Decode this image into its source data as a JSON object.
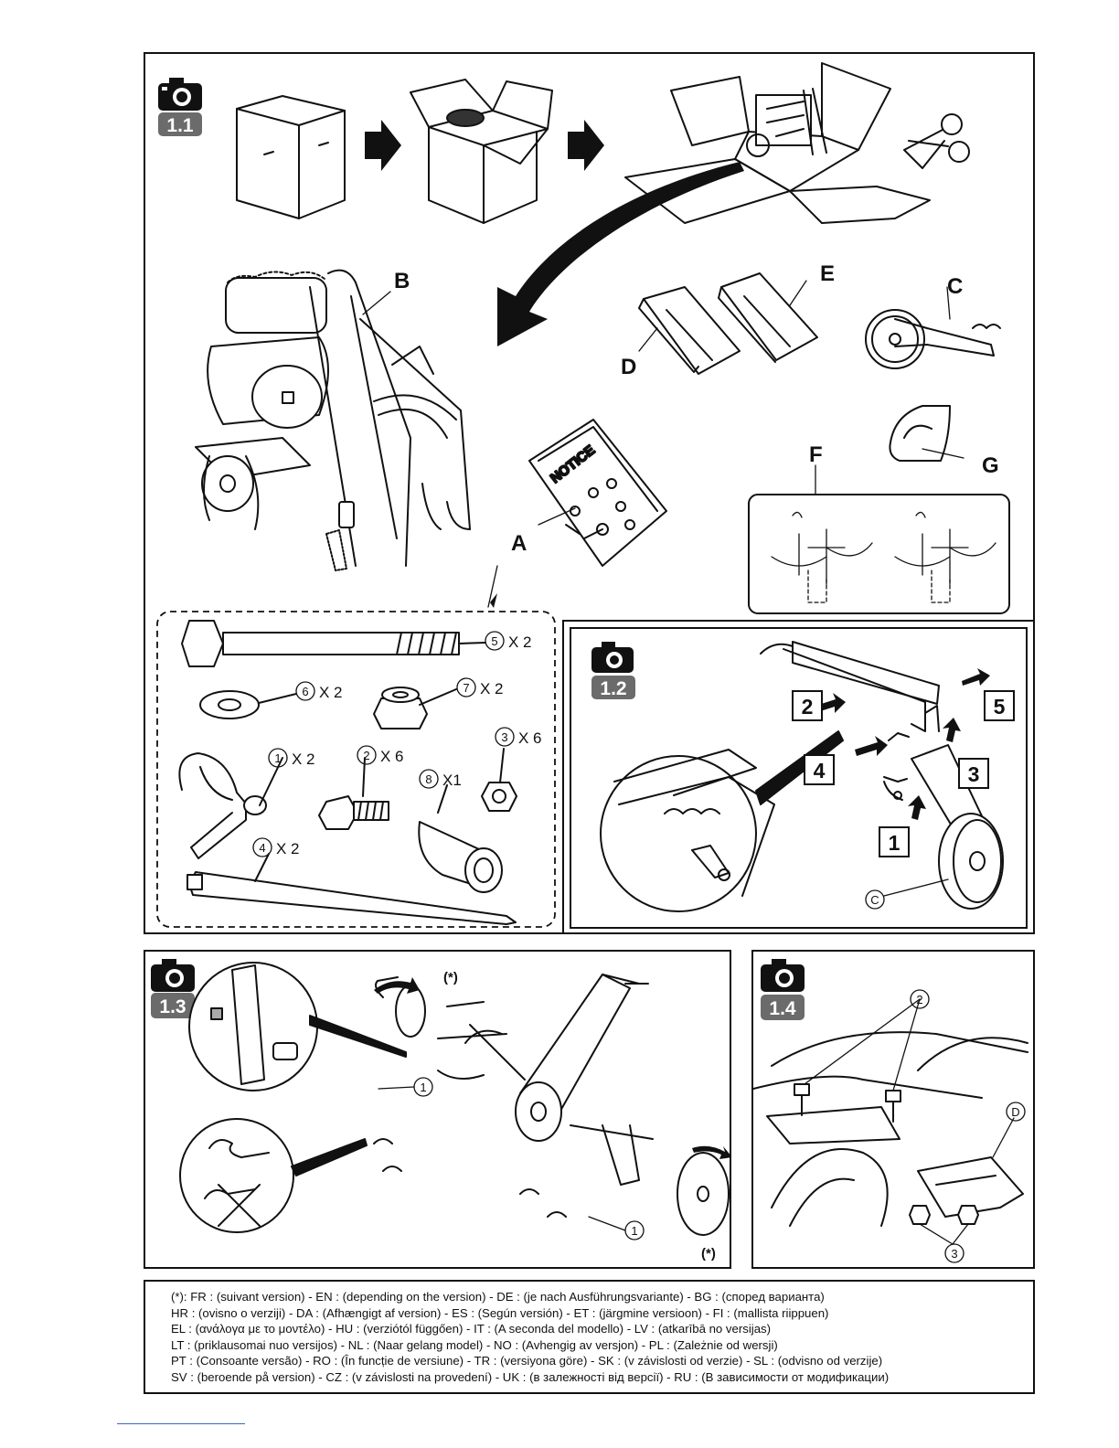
{
  "panels": {
    "p11": {
      "badge": "1.1"
    },
    "p12": {
      "badge": "1.2"
    },
    "p13": {
      "badge": "1.3"
    },
    "p14": {
      "badge": "1.4"
    }
  },
  "part_labels": {
    "A": "A",
    "B": "B",
    "C": "C",
    "D": "D",
    "E": "E",
    "F": "F",
    "G": "G"
  },
  "bag_text": "NOTICE",
  "hardware": [
    {
      "num": "5",
      "qty": "X 2"
    },
    {
      "num": "6",
      "qty": "X 2"
    },
    {
      "num": "7",
      "qty": "X 2"
    },
    {
      "num": "1",
      "qty": "X 2"
    },
    {
      "num": "2",
      "qty": "X 6"
    },
    {
      "num": "3",
      "qty": "X 6"
    },
    {
      "num": "8",
      "qty": "X1"
    },
    {
      "num": "4",
      "qty": "X 2"
    }
  ],
  "steps_12": [
    "1",
    "2",
    "3",
    "4",
    "5"
  ],
  "callouts": {
    "c12": "C",
    "n13a": "1",
    "n13b": "1",
    "ast": "(*)",
    "n14_2": "2",
    "n14_3": "3",
    "n14_d": "D"
  },
  "legend_lines": [
    "(*): FR : (suivant version) - EN : (depending on the version) - DE : (je nach Ausführungsvariante) - BG : (според варианта)",
    "HR : (ovisno o verziji) - DA : (Afhængigt af version) - ES : (Según versión) - ET : (järgmine versioon) - FI : (mallista riippuen)",
    "EL : (ανάλογα με το μοντέλο) - HU : (verziótól függően) - IT : (A seconda del modello) - LV : (atkarībā no versijas)",
    "LT : (priklausomai nuo versijos) - NL : (Naar gelang model) - NO : (Avhengig av versjon) - PL : (Zależnie od wersji)",
    "PT : (Consoante versão) - RO : (În funcție de versiune) - TR : (versiyona göre) - SK : (v závislosti od verzie) - SL : (odvisno od verzije)",
    "SV : (beroende på version) - CZ : (v závislosti na provedení) - UK : (в залежності від версії) - RU : (В зависимости от модификации)"
  ]
}
